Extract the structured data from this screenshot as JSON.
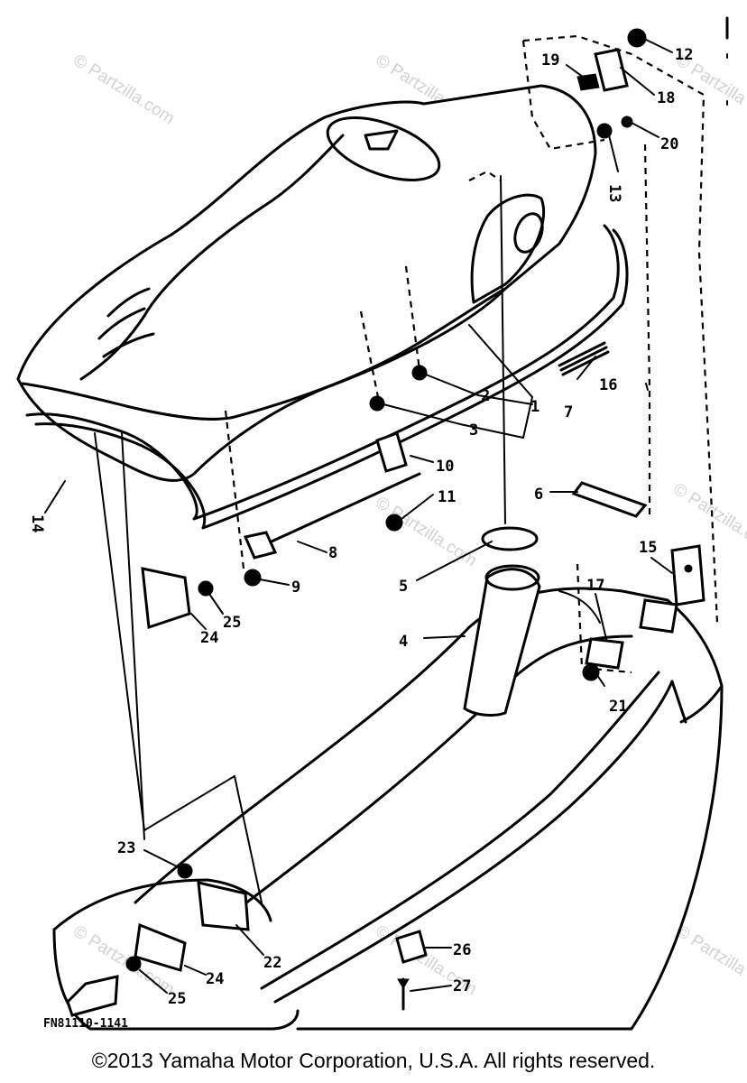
{
  "figure_id": "FN81110-1141",
  "copyright": "©2013 Yamaha Motor Corporation, U.S.A. All rights reserved.",
  "watermarks": [
    "© Partzilla.com",
    "© Partzilla.com",
    "© Partzilla.com",
    "© Partzilla.com",
    "© Partzilla.com",
    "© Partzilla.com",
    "© Partzilla",
    "© Partzilla"
  ],
  "callouts": [
    "1",
    "2",
    "3",
    "4",
    "5",
    "6",
    "7",
    "8",
    "9",
    "10",
    "11",
    "12",
    "13",
    "14",
    "15",
    "16",
    "17",
    "18",
    "19",
    "20",
    "21",
    "22",
    "23",
    "24",
    "25",
    "24",
    "25",
    "26",
    "27"
  ]
}
